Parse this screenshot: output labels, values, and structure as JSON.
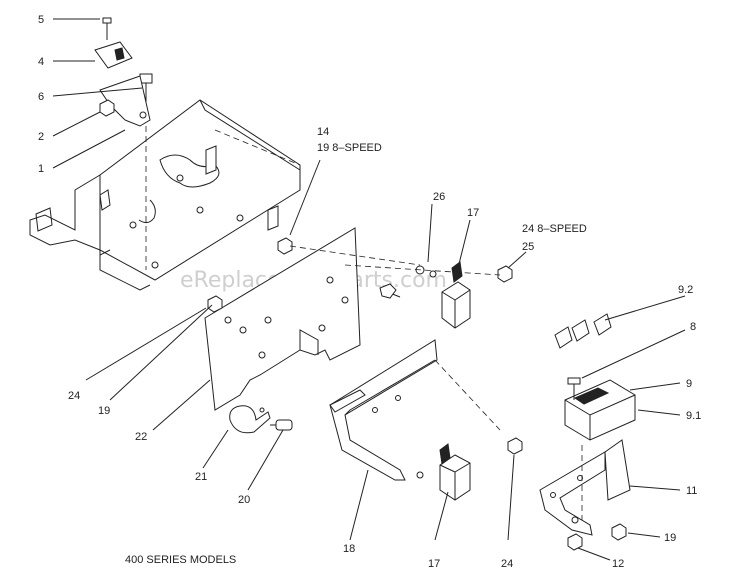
{
  "diagram": {
    "footer": "400 SERIES MODELS",
    "watermark": "eReplacementParts.com",
    "callouts": {
      "c5": "5",
      "c4": "4",
      "c6": "6",
      "c2": "2",
      "c1": "1",
      "c14": "14",
      "c19_8speed": "19  8–SPEED",
      "c26": "26",
      "c17_top": "17",
      "c24_8speed": "24  8–SPEED",
      "c25": "25",
      "c9_2": "9.2",
      "c8": "8",
      "c9": "9",
      "c9_1": "9.1",
      "c11": "11",
      "c19_right": "19",
      "c12": "12",
      "c24_left": "24",
      "c19_left": "19",
      "c22": "22",
      "c21": "21",
      "c20": "20",
      "c18": "18",
      "c17_bottom": "17",
      "c24_bottom": "24"
    }
  }
}
